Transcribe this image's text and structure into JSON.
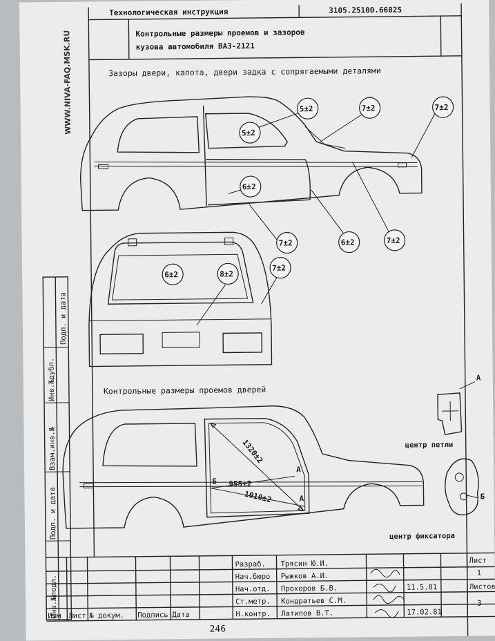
{
  "watermark": "WWW.NIVA-FAQ.MSK.RU",
  "header": {
    "instruction": "Технологическая инструкция",
    "doc_number": "3105.25100.66025",
    "title_line1": "Контрольные размеры проемов и зазоров",
    "title_line2": "кузова автомобиля ВАЗ-2121"
  },
  "section1_title": "Зазоры двери, капота, двери задка с сопрягаемыми деталями",
  "section2_title": "Контрольные размеры проемов дверей",
  "gap_labels": {
    "g1": "5±2",
    "g2": "5±2",
    "g3": "7±2",
    "g4": "7±2",
    "g5": "6±2",
    "g6": "7±2",
    "g7": "6±2",
    "g8": "7±2",
    "r1": "6±2",
    "r2": "8±2",
    "r3": "7±2"
  },
  "door_dims": {
    "diag": "1320±2",
    "width": "955±2",
    "lower": "1010±2",
    "mark_b": "Б",
    "mark_a1": "А",
    "mark_a2": "А"
  },
  "details": {
    "hinge_mark": "А",
    "hinge_caption": "центр петли",
    "latch_mark": "Б",
    "latch_caption": "центр фиксатора"
  },
  "side_column": [
    "Инв.№подл.",
    "Подп. и дата",
    "Взам.инв.№",
    "Инв.№дубл.",
    "Подп. и дата"
  ],
  "title_block": {
    "role_labels": [
      "Разраб.",
      "Нач.бюро",
      "Нач.отд.",
      "Ст.метр.",
      "Н.контр."
    ],
    "names": [
      "Трясин Ю.И.",
      "Рыжков А.И.",
      "Прохоров Б.В.",
      "Кондратьев С.М.",
      "Латипов В.Т."
    ],
    "date_1": "11.5.81",
    "date_2": "17.02.81",
    "columns": [
      "Изм",
      "Лист",
      "№ докум.",
      "Подпись",
      "Дата"
    ],
    "sheet_label": "Лист",
    "sheet_value": "1",
    "sheets_label": "Листов",
    "sheets_value": "3"
  },
  "page_number": "246"
}
